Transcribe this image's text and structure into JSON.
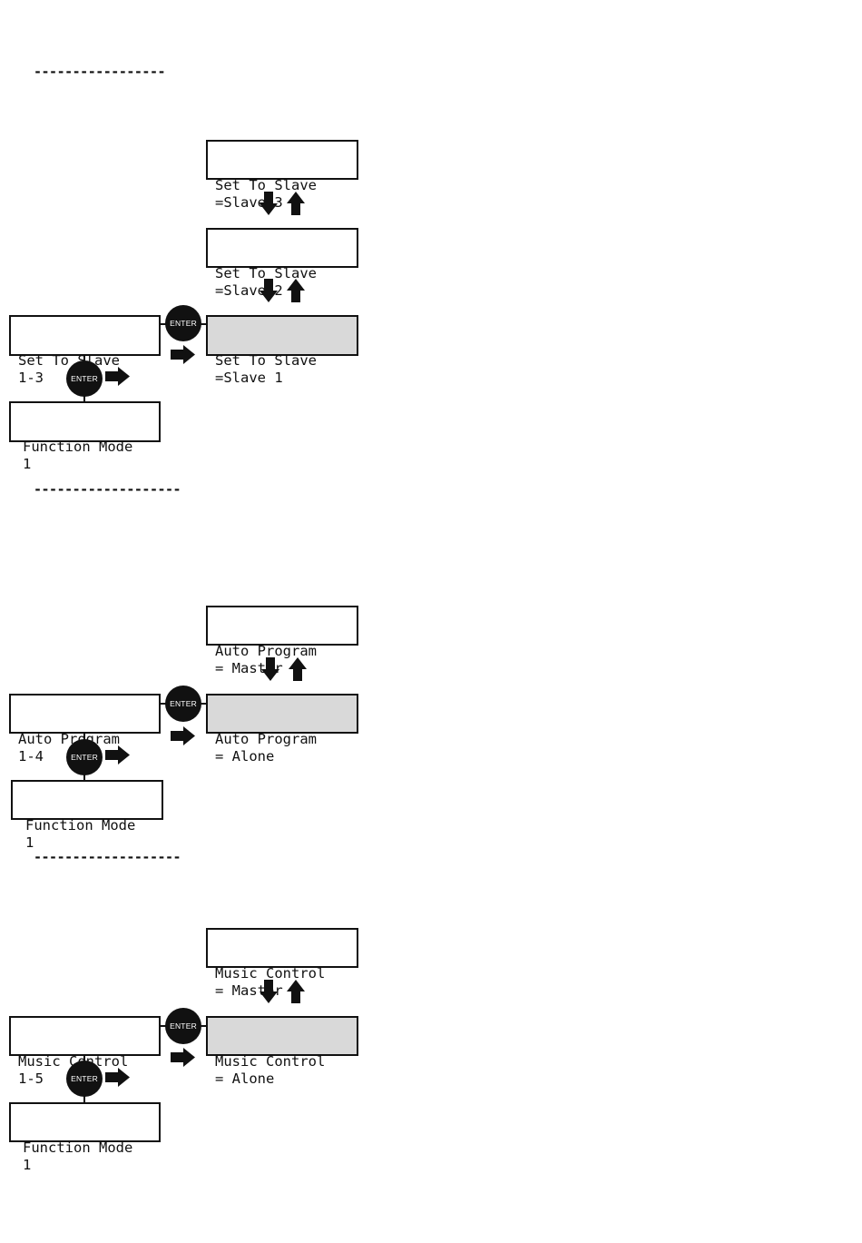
{
  "enter_label": "ENTER",
  "sections": [
    {
      "dashes": "-----------------",
      "menu": [
        "Set To Slave",
        "1-3"
      ],
      "back": [
        "Function Mode",
        "1"
      ],
      "options": [
        [
          "Set To Slave",
          "=Slave 3"
        ],
        [
          "Set To Slave",
          "=Slave 2"
        ],
        [
          "Set To Slave",
          "=Slave 1"
        ]
      ]
    },
    {
      "dashes": "-------------------",
      "menu": [
        "Auto Program",
        "1-4"
      ],
      "back": [
        "Function Mode",
        "1"
      ],
      "options": [
        [
          "Auto Program",
          "= Master"
        ],
        [
          "Auto Program",
          "= Alone"
        ]
      ]
    },
    {
      "dashes": "-------------------",
      "menu": [
        "Music Control",
        "1-5"
      ],
      "back": [
        "Function Mode",
        "1"
      ],
      "options": [
        [
          "Music Control",
          "= Master"
        ],
        [
          "Music Control",
          "= Alone"
        ]
      ]
    }
  ],
  "icons": {
    "right_arrow": "right-arrow-icon",
    "down_arrow": "down-arrow-icon",
    "up_arrow": "up-arrow-icon",
    "enter_button": "enter-button-icon"
  }
}
